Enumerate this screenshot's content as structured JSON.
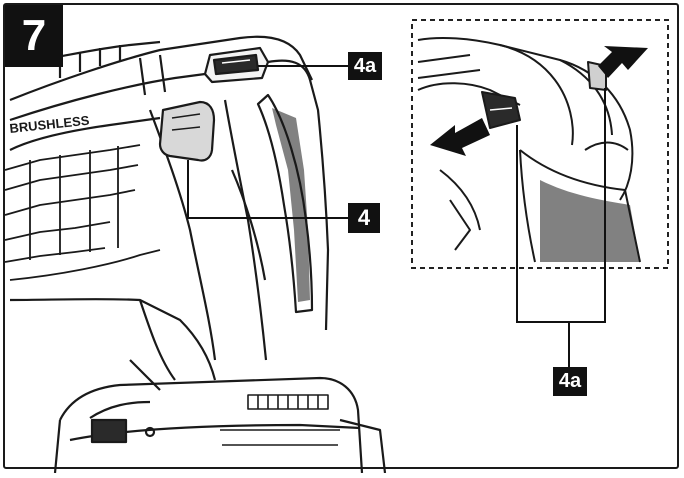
{
  "figure": {
    "number": "7",
    "brand_text": "BRUSHLESS",
    "callouts": {
      "switch_lock_top": "4a",
      "trigger": "4",
      "switch_lock_detail": "4a"
    }
  }
}
